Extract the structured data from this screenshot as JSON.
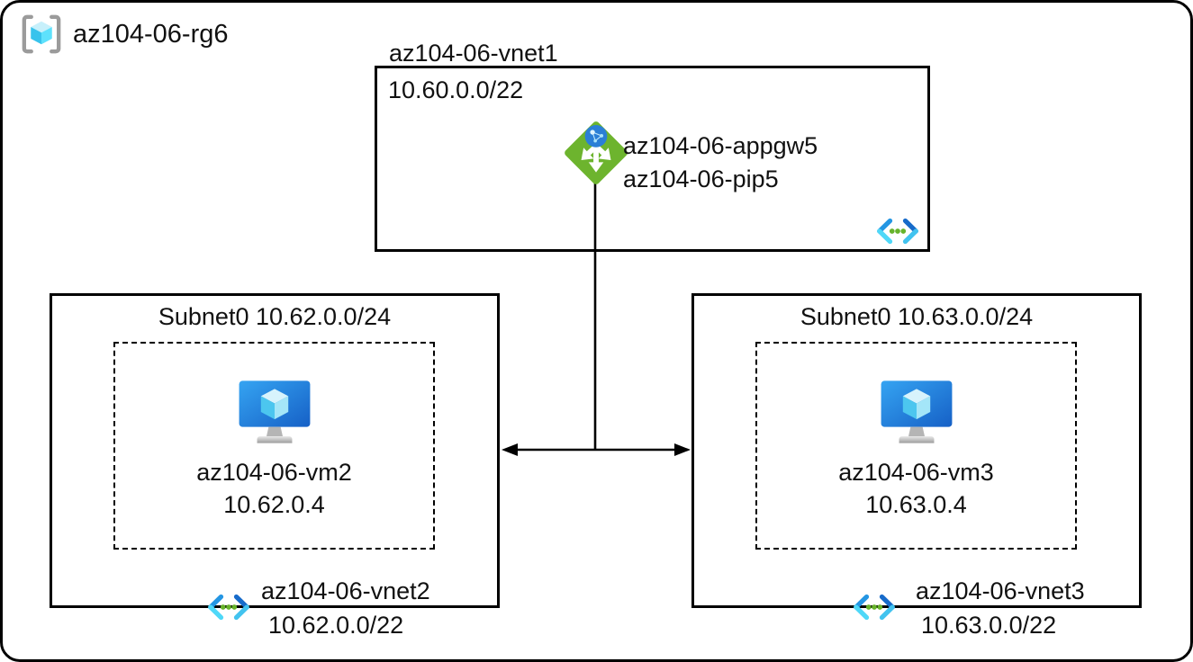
{
  "resource_group": {
    "label": "az104-06-rg6"
  },
  "hub_vnet": {
    "title": "az104-06-vnet1",
    "cidr": "10.60.0.0/22",
    "app_gateway_name": "az104-06-appgw5",
    "public_ip_name": "az104-06-pip5"
  },
  "spokes": [
    {
      "subnet_label": "Subnet0 10.62.0.0/24",
      "vm_name": "az104-06-vm2",
      "vm_ip": "10.62.0.4",
      "vnet_name": "az104-06-vnet2",
      "vnet_cidr": "10.62.0.0/22"
    },
    {
      "subnet_label": "Subnet0 10.63.0.0/24",
      "vm_name": "az104-06-vm3",
      "vm_ip": "10.63.0.4",
      "vnet_name": "az104-06-vnet3",
      "vnet_cidr": "10.63.0.0/22"
    }
  ],
  "icons": {
    "resource_group": "resource-group-icon",
    "app_gateway": "application-gateway-icon",
    "virtual_machine": "virtual-machine-icon",
    "virtual_network": "virtual-network-icon"
  },
  "colors": {
    "border": "#000000",
    "appgw_green": "#6db42e",
    "globe_blue": "#2b7fd6",
    "vnet_blue": "#2496e3",
    "vnet_cyan": "#4fd8f8",
    "dot_green": "#67b32b",
    "vm_blue_light": "#35a4f2",
    "vm_blue_dark": "#1660c6",
    "cube_cyan": "#50e6ff",
    "bracket_gray": "#9b9b9b"
  }
}
